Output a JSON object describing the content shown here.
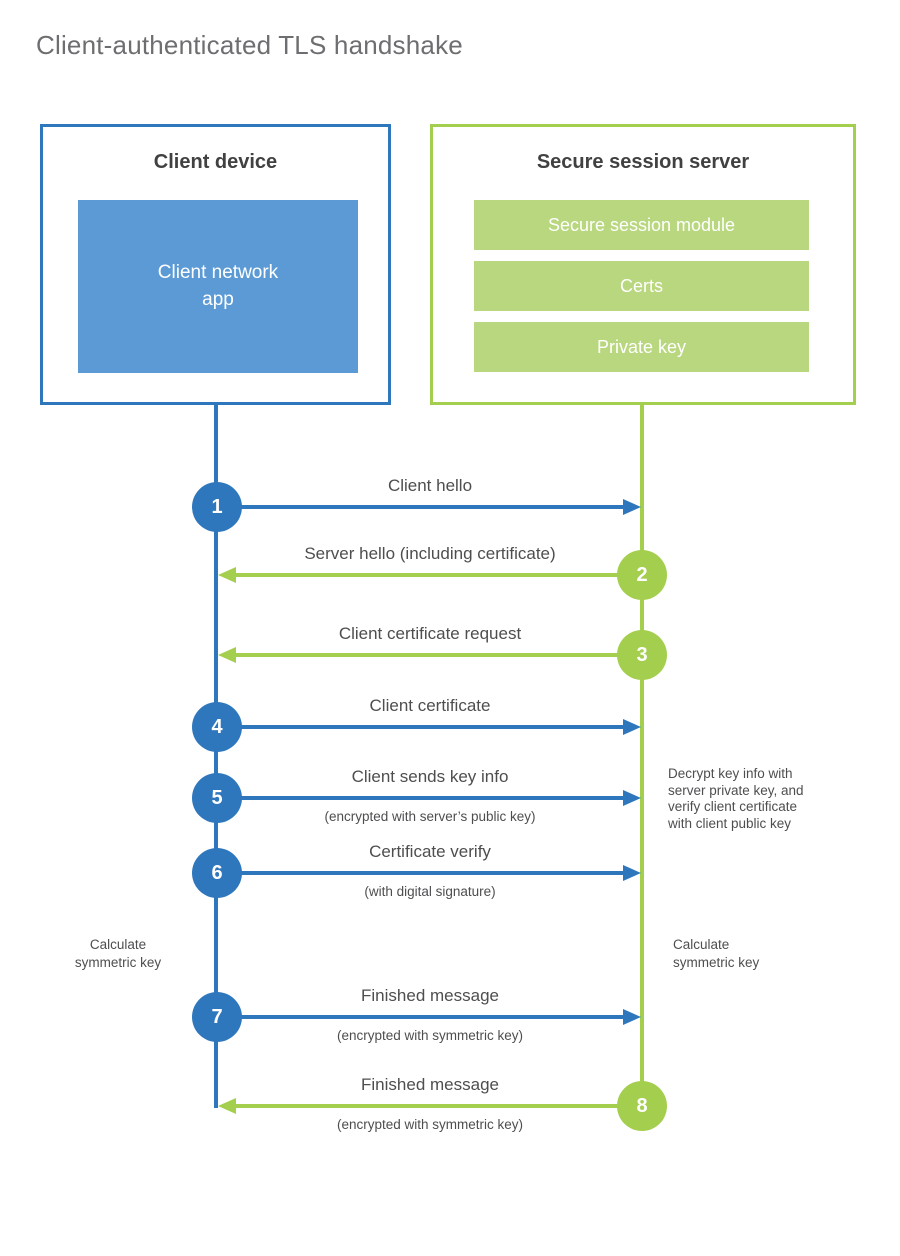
{
  "diagram": {
    "title": "Client-authenticated TLS handshake"
  },
  "colors": {
    "blue": "#2e77bd",
    "blueLight": "#5b9ad5",
    "green": "#a4ce4e",
    "greenLight": "#b8d77e",
    "headingDark": "#414042",
    "labelGray": "#4d4e50",
    "titleGray": "#6d6e71"
  },
  "client": {
    "title": "Client device",
    "module": "Client network\napp"
  },
  "server": {
    "title": "Secure session server",
    "modules": [
      "Secure session module",
      "Certs",
      "Private key"
    ]
  },
  "steps": [
    {
      "num": "1",
      "from": "client",
      "label": "Client hello",
      "sublabel": ""
    },
    {
      "num": "2",
      "from": "server",
      "label": "Server hello (including certificate)",
      "sublabel": ""
    },
    {
      "num": "3",
      "from": "server",
      "label": "Client certificate request",
      "sublabel": ""
    },
    {
      "num": "4",
      "from": "client",
      "label": "Client certificate",
      "sublabel": ""
    },
    {
      "num": "5",
      "from": "client",
      "label": "Client sends key info",
      "sublabel": "(encrypted with server’s public key)"
    },
    {
      "num": "6",
      "from": "client",
      "label": "Certificate verify",
      "sublabel": "(with digital signature)"
    },
    {
      "num": "7",
      "from": "client",
      "label": "Finished message",
      "sublabel": "(encrypted with symmetric key)"
    },
    {
      "num": "8",
      "from": "server",
      "label": "Finished message",
      "sublabel": "(encrypted with symmetric key)"
    }
  ],
  "notes": {
    "decrypt": "Decrypt key info with\nserver private key, and\nverify client certificate\nwith client public key",
    "calc_left": "Calculate\nsymmetric key",
    "calc_right": "Calculate\nsymmetric key"
  }
}
